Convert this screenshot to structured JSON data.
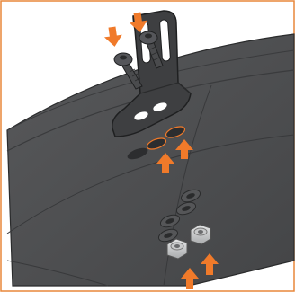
{
  "figure": {
    "kind": "assembly-instruction",
    "parts": [
      "mounting-bracket",
      "bolt",
      "bolt",
      "rubber-flap",
      "lock-nut",
      "lock-nut"
    ],
    "colors": {
      "frame": "#e8873a",
      "arrow": "#f07a2a",
      "flap": "#4f5052",
      "flap_edge": "#2a2b2c",
      "bracket": "#3e3f41",
      "bolt": "#4a4b4d",
      "nut": "#d6d7d8"
    },
    "icons": [
      "down-arrow-icon",
      "up-arrow-icon"
    ]
  }
}
